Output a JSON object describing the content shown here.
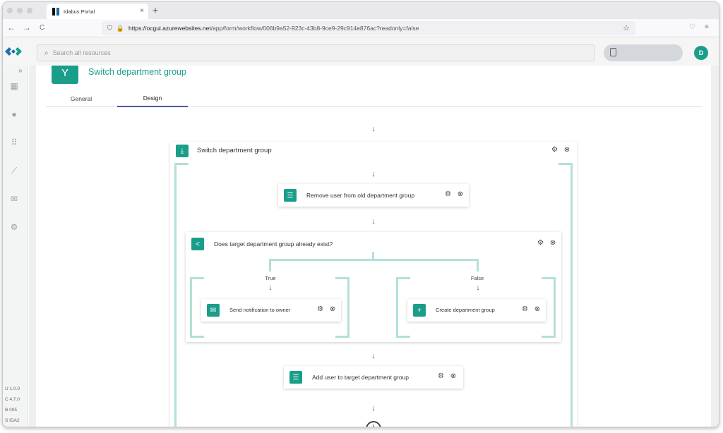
{
  "browser": {
    "tab_title": "Idabus Portal",
    "tab_close": "×",
    "new_tab": "+",
    "url_host": "https://ocgui.azurewebsites.net",
    "url_path": "/app/form/workflow/006b9a52-923c-43b8-9ce9-29c914e876ac?readonly=false",
    "back": "←",
    "forward": "→",
    "reload": "C",
    "shield": "⛉",
    "lock": "🔒",
    "star": "☆",
    "pocket": "♡",
    "menu": "≡"
  },
  "header": {
    "search_icon": "⌕",
    "search_placeholder": "Search all resources",
    "avatar_initial": "D"
  },
  "rail": {
    "expand": "»",
    "icons": [
      "dashboard-icon",
      "person-icon",
      "apps-icon",
      "trending-icon",
      "feedback-icon",
      "settings-icon"
    ],
    "glyphs": [
      "▦",
      "●",
      "⠿",
      "⟋",
      "✉",
      "⚙"
    ],
    "versions": [
      "U 1.0.0",
      "C 4.7.0",
      "B 005",
      "S IDA2"
    ]
  },
  "page": {
    "title": "Switch department group",
    "header_icon": "Y",
    "tabs": [
      "General",
      "Design"
    ],
    "active_tab": "Design"
  },
  "workflow": {
    "arrow": "↓",
    "outer_label": "Switch department group",
    "outer_icon": "⤓",
    "actions": "⚙ ⊗",
    "step1": "Remove user from old department group",
    "step_icon": "☰",
    "condition": "Does target department group already exist?",
    "condition_icon": "<",
    "true_label": "True",
    "false_label": "False",
    "true_step": "Send notification to owner",
    "true_icon": "✉",
    "false_step": "Create department group",
    "false_icon": "+",
    "step2": "Add user to target department group",
    "add": "+"
  },
  "colors": {
    "accent": "#1a9e8a",
    "connector": "#b3e0d9",
    "tab_underline": "#4a55a2"
  }
}
